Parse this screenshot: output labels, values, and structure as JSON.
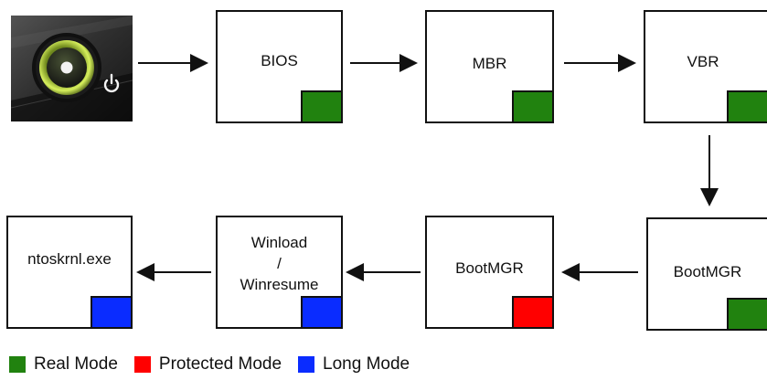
{
  "colors": {
    "real_mode": "#21820f",
    "protected_mode": "#ff0000",
    "long_mode": "#0a2cff",
    "line": "#111111"
  },
  "power_image": {
    "icon": "power-button-icon"
  },
  "nodes": {
    "bios": {
      "label": "BIOS",
      "mode": "Real Mode"
    },
    "mbr": {
      "label": "MBR",
      "mode": "Real Mode"
    },
    "vbr": {
      "label": "VBR",
      "mode": "Real Mode"
    },
    "bootmgr_real": {
      "label": "BootMGR",
      "mode": "Real Mode"
    },
    "bootmgr_protected": {
      "label": "BootMGR",
      "mode": "Protected Mode"
    },
    "winload": {
      "line1": "Winload",
      "line2": "/",
      "line3": "Winresume",
      "mode": "Long Mode"
    },
    "ntoskrnl": {
      "label": "ntoskrnl.exe",
      "mode": "Long Mode"
    }
  },
  "legend": [
    {
      "label": "Real Mode",
      "color": "#21820f"
    },
    {
      "label": "Protected Mode",
      "color": "#ff0000"
    },
    {
      "label": "Long Mode",
      "color": "#0a2cff"
    }
  ]
}
